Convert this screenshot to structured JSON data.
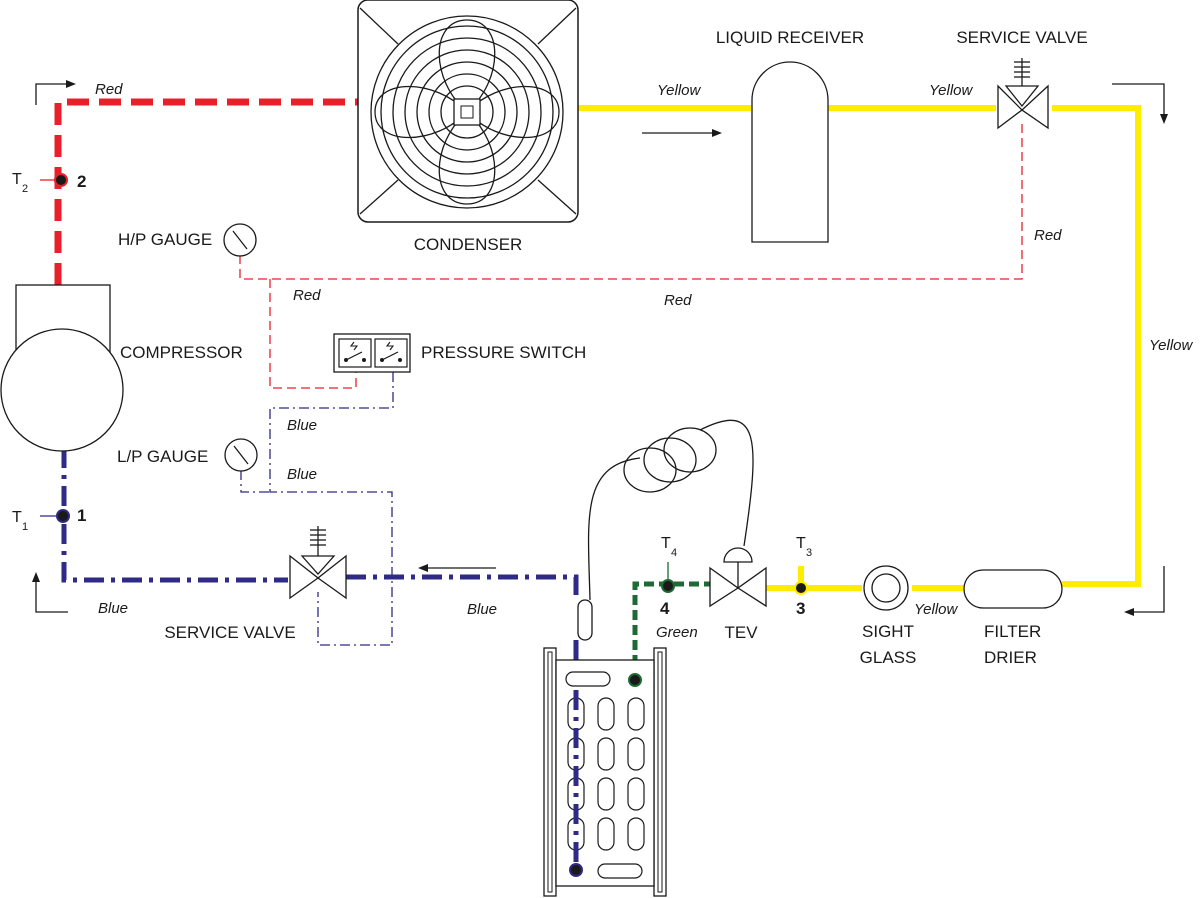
{
  "labels": {
    "condenser": "CONDENSER",
    "liquid_receiver": "LIQUID RECEIVER",
    "service_valve_top": "SERVICE VALVE",
    "service_valve_bottom": "SERVICE VALVE",
    "compressor": "COMPRESSOR",
    "hp_gauge": "H/P GAUGE",
    "lp_gauge": "L/P GAUGE",
    "pressure_switch": "PRESSURE SWITCH",
    "tev": "TEV",
    "sight_glass_1": "SIGHT",
    "sight_glass_2": "GLASS",
    "filter_drier_1": "FILTER",
    "filter_drier_2": "DRIER"
  },
  "pipe_labels": {
    "red_discharge": "Red",
    "red_valve_drop": "Red",
    "red_gauge_line": "Red",
    "red_switch_line": "Red",
    "yellow_condenser": "Yellow",
    "yellow_receiver": "Yellow",
    "yellow_right": "Yellow",
    "yellow_sight": "Yellow",
    "blue_switch": "Blue",
    "blue_gauge": "Blue",
    "blue_suction": "Blue",
    "blue_left": "Blue",
    "green_tev": "Green"
  },
  "points": {
    "p1": "1",
    "p2": "2",
    "p3": "3",
    "p4": "4"
  },
  "temps": {
    "t_symbol": "T",
    "t1": "1",
    "t2": "2",
    "t3": "3",
    "t4": "4"
  },
  "colors": {
    "red": "#e8202a",
    "yellow": "#ffec00",
    "blue": "#2e2a86",
    "green": "#1d6a34",
    "line": "#1a1a1a"
  }
}
